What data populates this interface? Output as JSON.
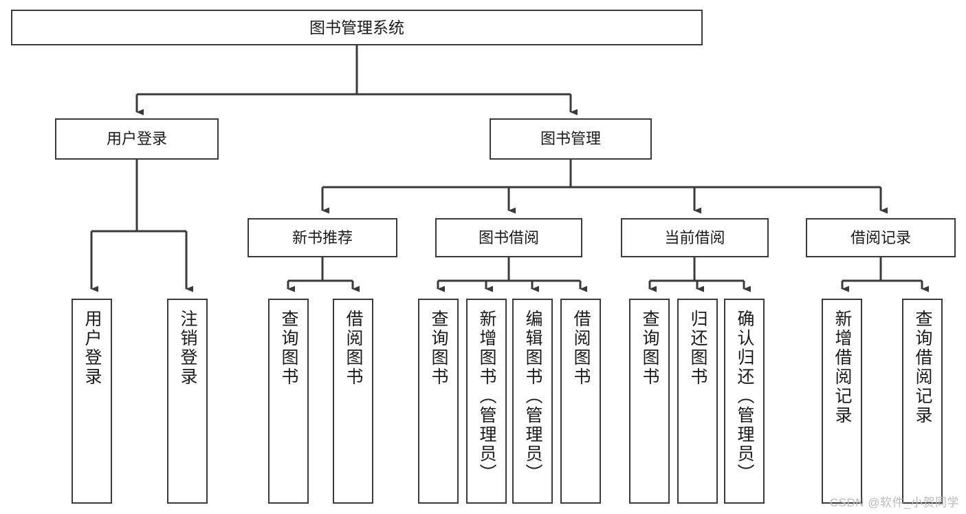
{
  "diagram": {
    "title": "图书管理系统",
    "watermark": "CSDN @软件_小贺同学",
    "colors": {
      "stroke": "#3a3a3a",
      "fill": "#ffffff",
      "text": "#1a1a1a",
      "watermark": "#b9b9b9"
    },
    "nodes": {
      "root": {
        "label": "图书管理系统"
      },
      "level1": [
        {
          "label": "用户登录"
        },
        {
          "label": "图书管理"
        }
      ],
      "level2": [
        {
          "label": "新书推荐"
        },
        {
          "label": "图书借阅"
        },
        {
          "label": "当前借阅"
        },
        {
          "label": "借阅记录"
        }
      ],
      "leaves": {
        "user_login": [
          {
            "label": "用户登录"
          },
          {
            "label": "注销登录"
          }
        ],
        "new_book_recommend": [
          {
            "label": "查询图书"
          },
          {
            "label": "借阅图书"
          }
        ],
        "book_borrow": [
          {
            "label": "查询图书"
          },
          {
            "label": "新增图书（管理员）"
          },
          {
            "label": "编辑图书（管理员）"
          },
          {
            "label": "借阅图书"
          }
        ],
        "current_borrow": [
          {
            "label": "查询图书"
          },
          {
            "label": "归还图书"
          },
          {
            "label": "确认归还（管理员）"
          }
        ],
        "borrow_record": [
          {
            "label": "新增借阅记录"
          },
          {
            "label": "查询借阅记录"
          }
        ]
      }
    }
  }
}
